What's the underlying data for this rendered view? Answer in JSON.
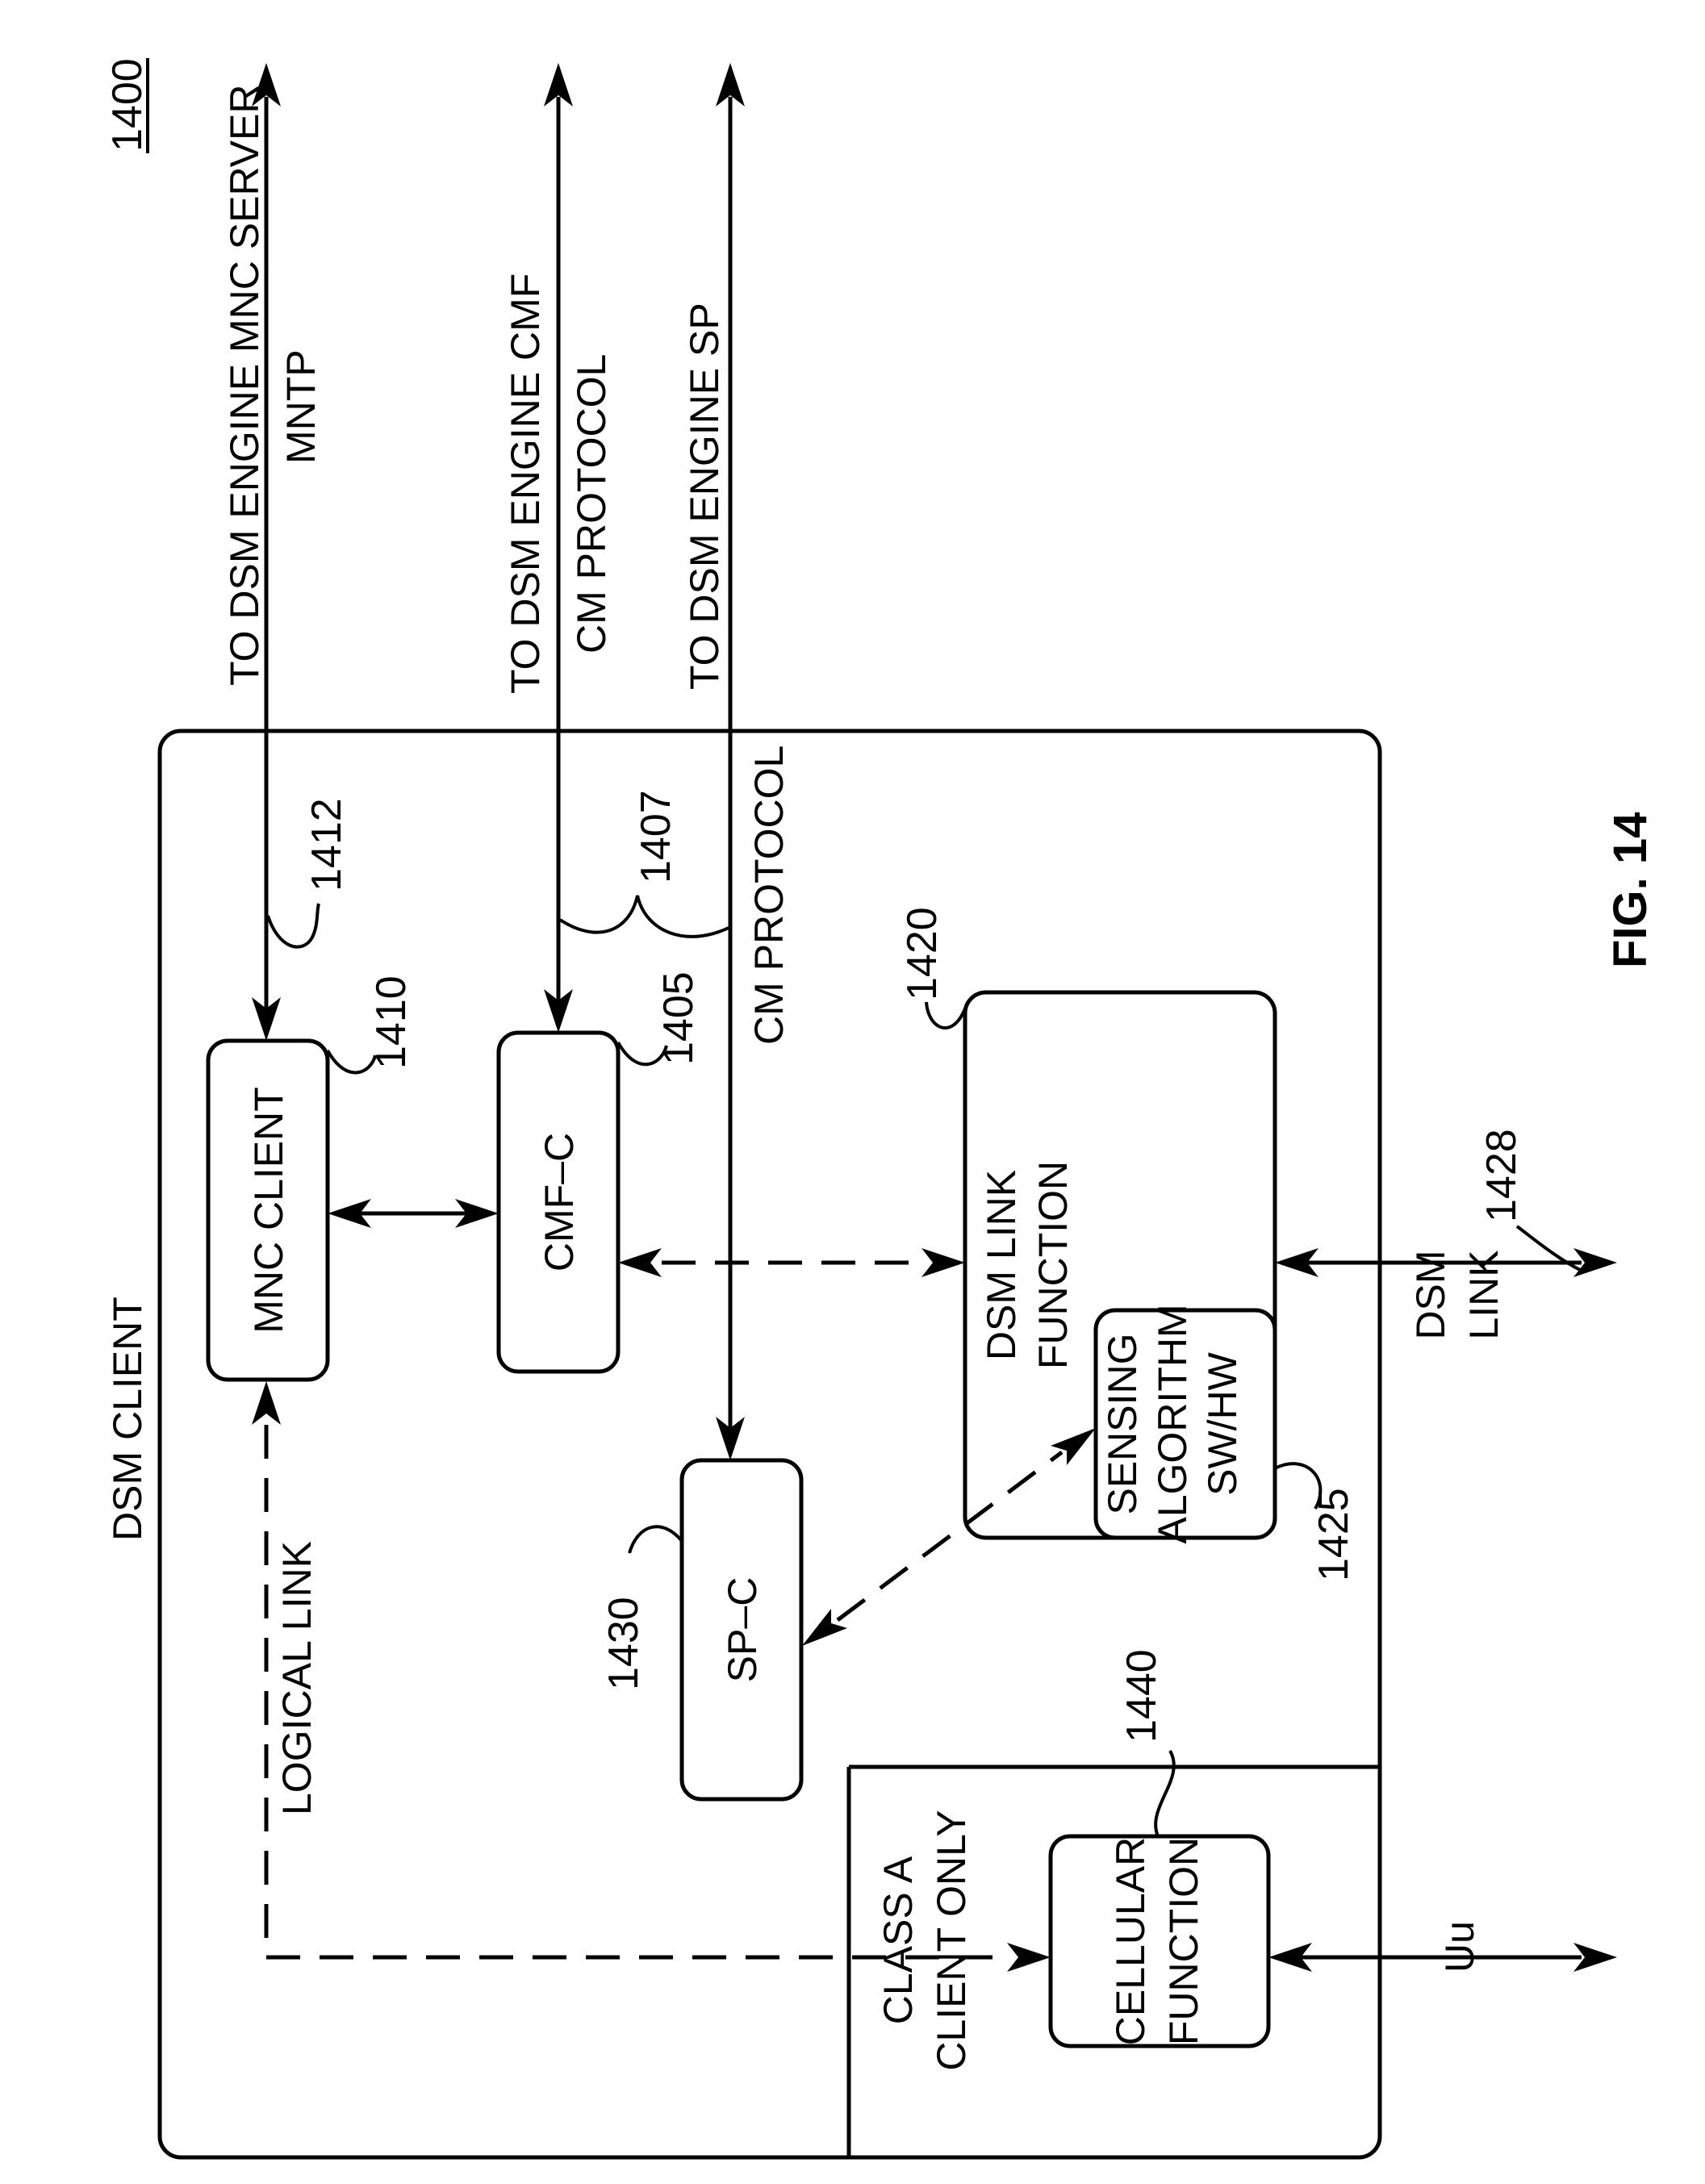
{
  "figure_number": "1400",
  "figure_caption": "FIG. 14",
  "outer_box": {
    "label": "DSM CLIENT"
  },
  "class_a_region": {
    "label_line1": "CLASS A",
    "label_line2": "CLIENT ONLY"
  },
  "blocks": {
    "mnc_client": {
      "label": "MNC CLIENT",
      "ref": "1410"
    },
    "cmf_c": {
      "label": "CMF–C",
      "ref": "1405"
    },
    "sp_c": {
      "label": "SP–C",
      "ref": "1430"
    },
    "dsm_link_function": {
      "label_line1": "DSM LINK",
      "label_line2": "FUNCTION",
      "ref": "1420"
    },
    "sensing_algorithm": {
      "label_line1": "SENSING",
      "label_line2": "ALGORITHM",
      "label_line3": "SW/HW",
      "ref": "1425"
    },
    "cellular_function": {
      "label_line1": "CELLULAR",
      "label_line2": "FUNCTION",
      "ref": "1440"
    }
  },
  "external_links": {
    "mnc_server": {
      "label_line1": "TO DSM ENGINE MNC SERVER",
      "label_line2": "MNTP",
      "ref": "1412"
    },
    "cmf": {
      "label_line1": "TO DSM ENGINE CMF",
      "label_line2": "CM PROTOCOL"
    },
    "sp": {
      "label": "TO DSM ENGINE SP"
    },
    "cm_protocol_group": {
      "label": "CM PROTOCOL",
      "ref": "1407"
    },
    "dsm_link": {
      "label_line1": "DSM",
      "label_line2": "LINK",
      "ref": "1428"
    },
    "uu": {
      "label": "Uu"
    },
    "logical_link": {
      "label": "LOGICAL LINK"
    }
  }
}
